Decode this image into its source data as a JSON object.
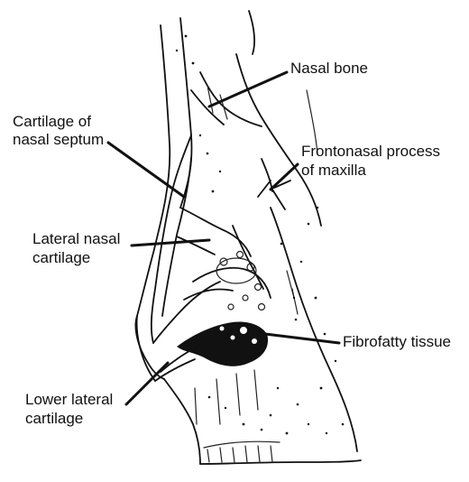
{
  "labels": {
    "nasal_bone": "Nasal bone",
    "cartilage_septum_1": "Cartilage of",
    "cartilage_septum_2": "nasal septum",
    "frontonasal_1": "Frontonasal process",
    "frontonasal_2": "of maxilla",
    "lateral_nasal_1": "Lateral nasal",
    "lateral_nasal_2": "cartilage",
    "fibrofatty": "Fibrofatty tissue",
    "lower_lateral_1": "Lower lateral",
    "lower_lateral_2": "cartilage"
  },
  "colors": {
    "ink": "#111111",
    "background": "#ffffff"
  }
}
